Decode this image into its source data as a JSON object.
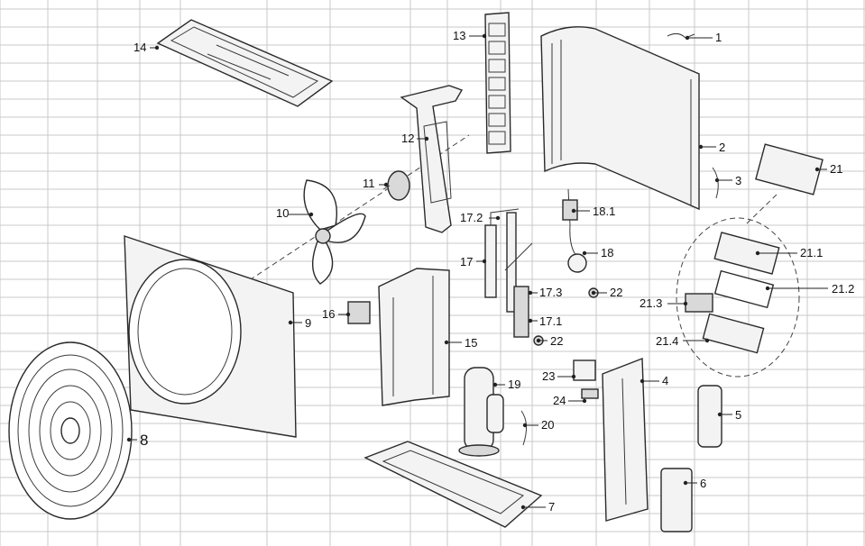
{
  "callouts": {
    "c1": "1",
    "c2": "2",
    "c3": "3",
    "c4": "4",
    "c5": "5",
    "c6": "6",
    "c7": "7",
    "c8": "8",
    "c9": "9",
    "c10": "10",
    "c11": "11",
    "c12": "12",
    "c13": "13",
    "c14": "14",
    "c15": "15",
    "c16": "16",
    "c17": "17",
    "c17_1": "17.1",
    "c17_2": "17.2",
    "c17_3": "17.3",
    "c18": "18",
    "c18_1": "18.1",
    "c19": "19",
    "c20": "20",
    "c21": "21",
    "c21_1": "21.1",
    "c21_2": "21.2",
    "c21_3": "21.3",
    "c21_4": "21.4",
    "c22a": "22",
    "c22b": "22",
    "c23": "23",
    "c24": "24"
  }
}
